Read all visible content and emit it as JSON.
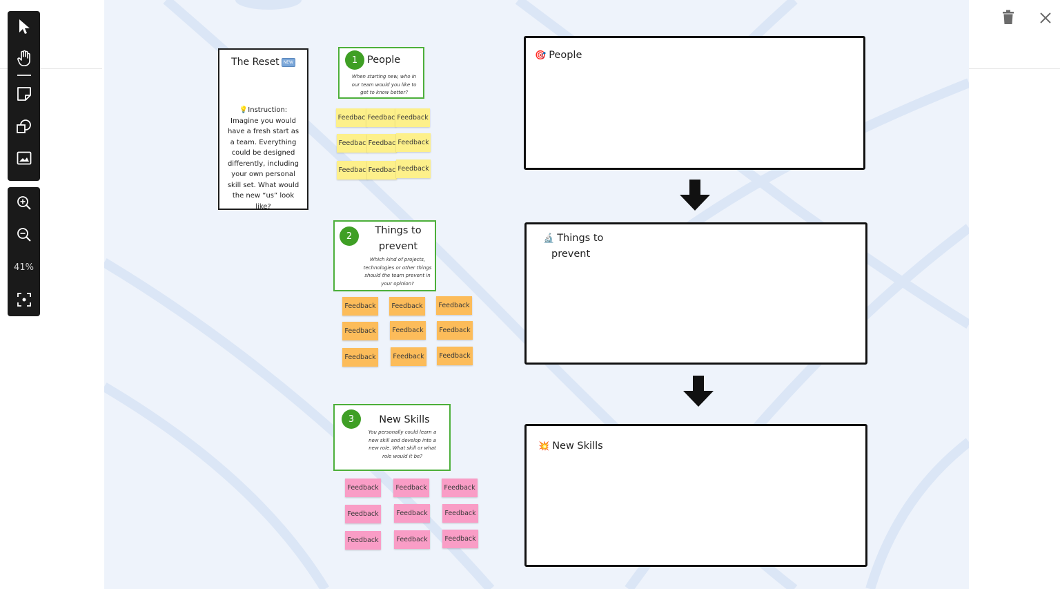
{
  "toolbar": {
    "tools": [
      "select-tool",
      "hand-tool",
      "sticky-note-tool",
      "shapes-tool",
      "image-tool"
    ],
    "zoom_in": "zoom-in",
    "zoom_out": "zoom-out",
    "zoom_level": "41%",
    "fit": "fit-to-screen"
  },
  "top_actions": [
    "trash-icon",
    "close-icon"
  ],
  "reset_card": {
    "title": "The Reset",
    "badge": "NEW",
    "instruction": "💡Instruction: Imagine you would have a fresh start as a team. Everything could be designed differently, including your own personal skill set. What would the new “us” look like?"
  },
  "prompts": [
    {
      "number": "1",
      "title": "People",
      "description": "When starting new, who in our team would you like to get to know better?",
      "stickies": [
        "Feedbac",
        "Feedbac",
        "Feedback",
        "Feedbac",
        "Feedbac",
        "Feedback",
        "Feedbac",
        "Feedbac",
        "Feedback"
      ],
      "color": "#fdf08a"
    },
    {
      "number": "2",
      "title": "Things to prevent",
      "description": "Which kind of projects, technologies or other things should the team prevent in your opinion?",
      "stickies": [
        "Feedback",
        "Feedback",
        "Feedback",
        "Feedback",
        "Feedback",
        "Feedback",
        "Feedback",
        "Feedback",
        "Feedback"
      ],
      "color": "#fcbc5a"
    },
    {
      "number": "3",
      "title": "New Skills",
      "description": "You personally could learn a new skill and develop into a new role. What skill or what role would it be?",
      "stickies": [
        "Feedback",
        "Feedback",
        "Feedback",
        "Feedback",
        "Feedback",
        "Feedback",
        "Feedback",
        "Feedback",
        "Feedback"
      ],
      "color": "#f99dc6"
    }
  ],
  "frames": [
    {
      "emoji": "🎯",
      "title": "People"
    },
    {
      "emoji": "🔬",
      "title_line1": "Things to",
      "title_line2": "prevent"
    },
    {
      "emoji": "💥",
      "title": "New Skills"
    }
  ]
}
